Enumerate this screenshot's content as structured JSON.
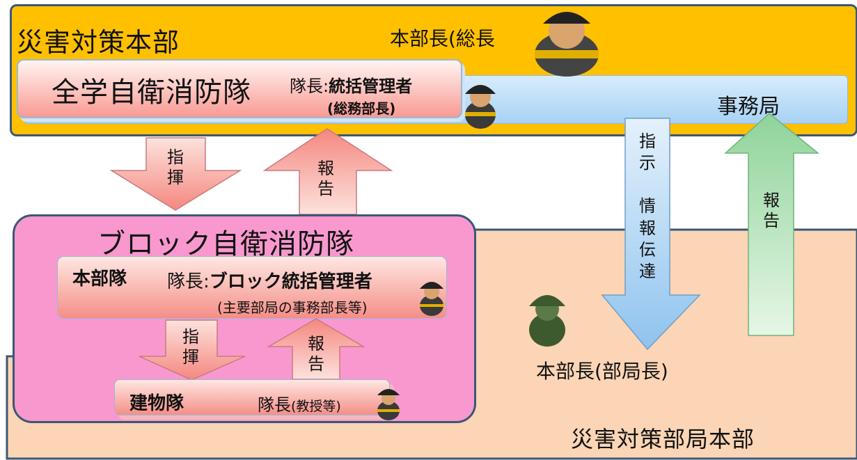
{
  "hq": {
    "title": "災害対策本部",
    "chief_label": "本部長(総長",
    "secretariat": "事務局"
  },
  "university_unit": {
    "title": "全学自衛消防隊",
    "leader_prefix": "隊長:",
    "leader_role": "統括管理者",
    "leader_sub": "(総務部長)"
  },
  "block_unit": {
    "title": "ブロック自衛消防隊",
    "hq_squad": {
      "name": "本部隊",
      "leader_prefix": "隊長:",
      "leader_role": "ブロック統括管理者",
      "leader_sub": "(主要部局の事務部長等)"
    },
    "building_squad": {
      "name": "建物隊",
      "leader_prefix": "隊長",
      "leader_sub": "(教授等)"
    }
  },
  "department": {
    "chief_label": "本部長(部局長)",
    "hq_label": "災害対策部局本部"
  },
  "arrows": {
    "command_top": [
      "指",
      "揮"
    ],
    "report_top": [
      "報",
      "告"
    ],
    "instruct": [
      "指",
      "示",
      "",
      "情",
      "報",
      "伝",
      "達"
    ],
    "report_right": [
      "報",
      "告"
    ],
    "command_block": [
      "指",
      "揮"
    ],
    "report_block": [
      "報",
      "告"
    ]
  },
  "colors": {
    "hq_fill": "#ffc000",
    "border": "#3b5775",
    "block_fill": "#f898cf",
    "dept_fill": "#fbd5b5",
    "secretariat_fill": "#a8d2f4",
    "arrow_red": "#f4877f",
    "arrow_blue": "#8fc3ee",
    "arrow_green": "#8fd39a"
  },
  "icons": [
    "firefighter-icon"
  ]
}
